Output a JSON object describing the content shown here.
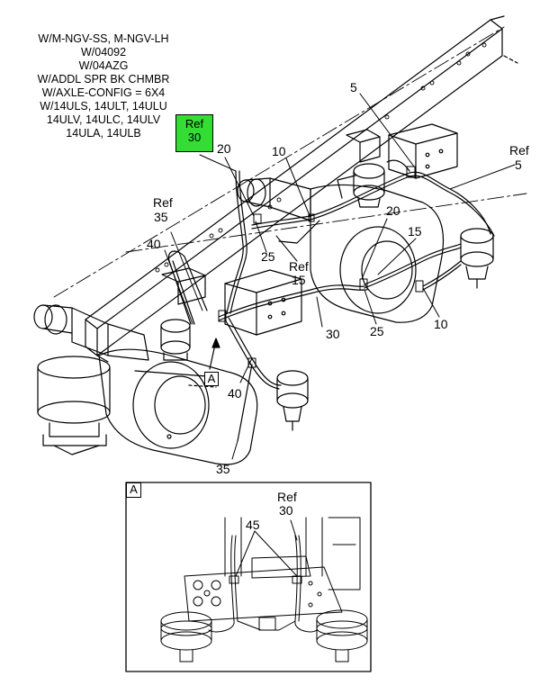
{
  "applicability_note": [
    "W/M-NGV-SS, M-NGV-LH",
    "W/04092",
    "W/04AZG",
    "W/ADDL SPR BK CHMBR",
    "W/AXLE-CONFIG = 6X4",
    "W/14ULS, 14ULT, 14ULU",
    "14ULV, 14ULC, 14ULV",
    "14ULA, 14ULB"
  ],
  "ref_highlight": {
    "ref": "Ref",
    "number": "30",
    "color": "#33dd33"
  },
  "callouts": {
    "c5_top": "5",
    "ref5_ref": "Ref",
    "ref5_num": "5",
    "c20_left": "20",
    "c10_mid": "10",
    "ref35_ref": "Ref",
    "ref35_num": "35",
    "c40_left": "40",
    "c25_left": "25",
    "ref15_ref": "Ref",
    "ref15_num": "15",
    "c20_right": "20",
    "c15_right": "15",
    "c30_mid": "30",
    "c25_right": "25",
    "c10_right": "10",
    "c40_bottom": "40",
    "c35_bottom": "35"
  },
  "view_marker": "A",
  "detail": {
    "label": "A",
    "ref": "Ref",
    "ref_num": "30",
    "c45": "45"
  },
  "colors": {
    "highlight": "#33dd33",
    "line": "#000000"
  }
}
